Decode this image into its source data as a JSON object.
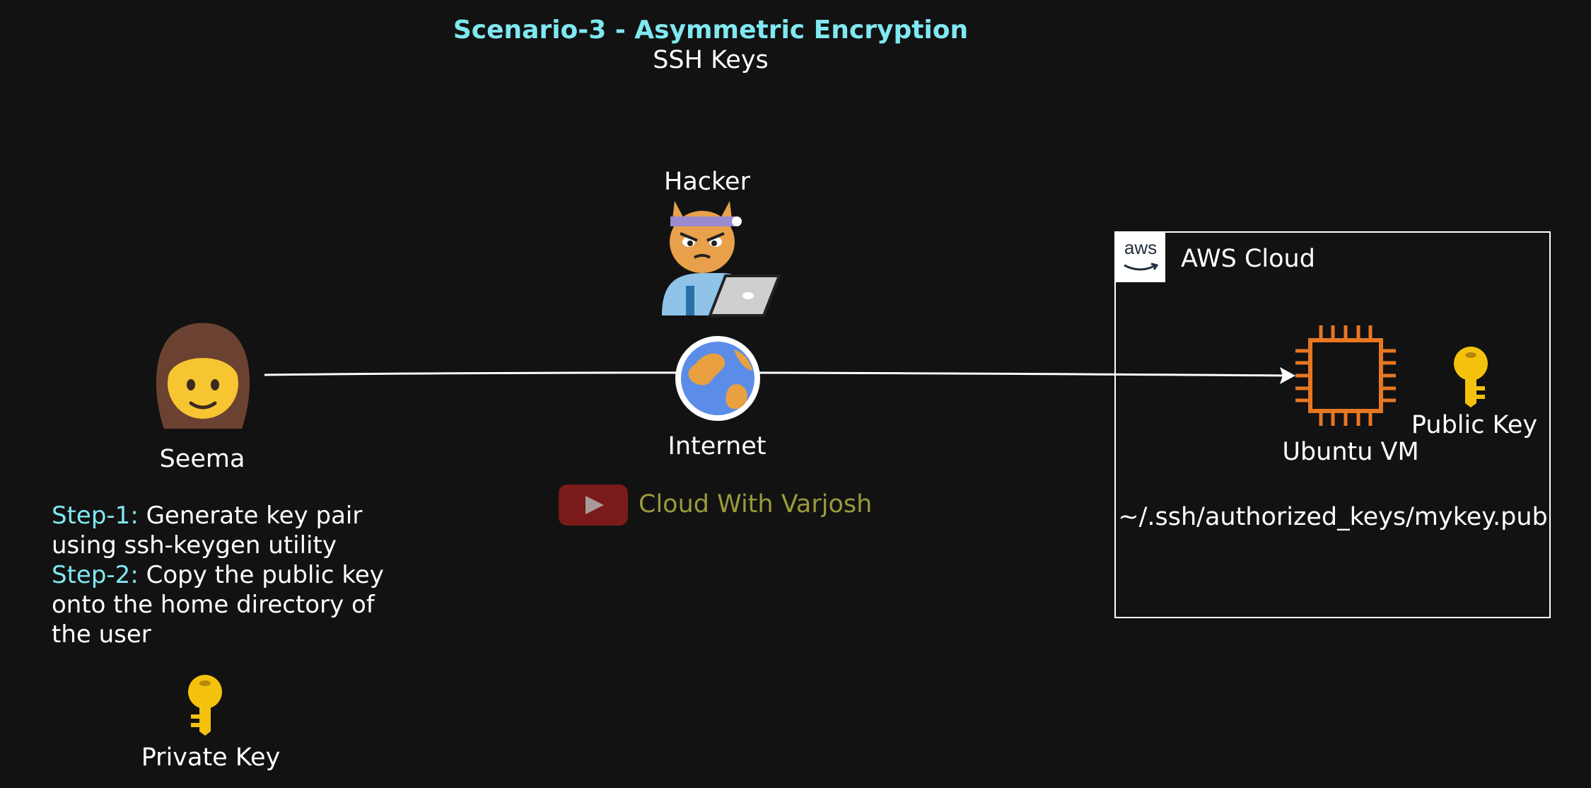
{
  "title": "Scenario-3 - Asymmetric Encryption",
  "subtitle": "SSH Keys",
  "colors": {
    "background": "#121212",
    "accent": "#7fe8f0",
    "arrow": "#ffffff",
    "brand_text": "#9a9a3a",
    "youtube_red": "#7a1a1a",
    "chip_orange": "#e87722",
    "key_gold": "#f4c20d"
  },
  "actors": {
    "seema": {
      "label": "Seema",
      "icon": "woman-emoji-icon"
    },
    "hacker": {
      "label": "Hacker",
      "icon": "hacker-cat-laptop-icon"
    },
    "internet": {
      "label": "Internet",
      "icon": "globe-icon"
    },
    "vm": {
      "label": "Ubuntu VM",
      "icon": "ec2-chip-icon"
    }
  },
  "keys": {
    "private": {
      "label": "Private Key",
      "icon": "key-icon"
    },
    "public": {
      "label": "Public Key",
      "icon": "key-icon"
    }
  },
  "aws": {
    "logo_text": "aws",
    "label": "AWS Cloud",
    "path": "~/.ssh/authorized_keys/mykey.pub"
  },
  "steps": [
    {
      "label": "Step-1:",
      "text": " Generate key pair using ssh-keygen utility"
    },
    {
      "label": "Step-2:",
      "text": " Copy the public key onto the home directory of the user"
    }
  ],
  "brand": {
    "text": "Cloud With Varjosh",
    "icon": "youtube-play-icon"
  }
}
